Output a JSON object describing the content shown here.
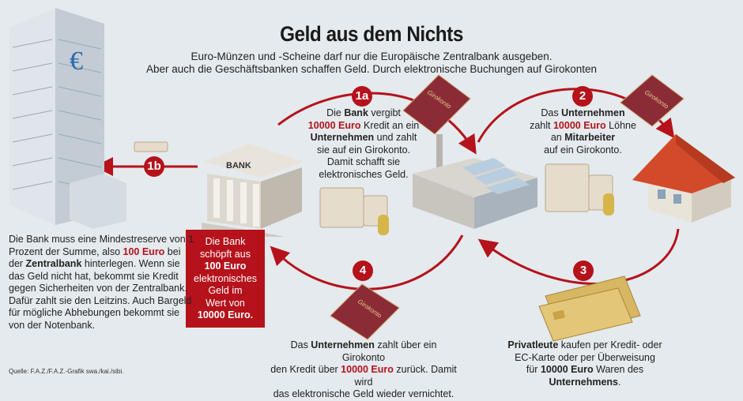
{
  "title": "Geld aus dem Nichts",
  "subtitle": [
    "Euro-Münzen und -Scheine darf nur die Europäische Zentralbank ausgeben.",
    "Aber auch die Geschäftsbanken schaffen Geld. Durch elektronische Buchungen auf Girokonten"
  ],
  "colors": {
    "accent": "#b5121b",
    "background": "#e4eaed"
  },
  "bank_label": "BANK",
  "passbook_label": "Girokonto",
  "steps": {
    "s1a": {
      "num": "1a",
      "p1": "Die ",
      "b1": "Bank",
      "p2": " vergibt",
      "r1": "10000 Euro",
      "p3": " Kredit an ein",
      "b2": "Unternehmen",
      "p4": " und zahlt",
      "p5": "sie auf ein Girokonto.",
      "p6": "Damit schafft sie",
      "p7": "elektronisches Geld."
    },
    "s1b": {
      "num": "1b"
    },
    "s2": {
      "num": "2",
      "p1": "Das ",
      "b1": "Unternehmen",
      "p2": "zahlt ",
      "r1": "10000 Euro",
      "p3": " Löhne",
      "p4": "an ",
      "b2": "Mitarbeiter",
      "p5": "auf ein Girokonto."
    },
    "s3": {
      "num": "3",
      "b1": "Privatleute",
      "p1": " kaufen per Kredit- oder",
      "p2": "EC-Karte oder per Überweisung",
      "p3": "für ",
      "b2": "10000 Euro",
      "p4": " Waren des ",
      "b3": "Unternehmens",
      "p5": "."
    },
    "s4": {
      "num": "4",
      "p1": "Das ",
      "b1": "Unternehmen",
      "p2": " zahlt über ein Girokonto",
      "p3": "den Kredit über ",
      "r1": "10000 Euro",
      "p4": " zurück. Damit wird",
      "p5": "das elektronische Geld wieder vernichtet."
    }
  },
  "redbox": {
    "l1": "Die Bank",
    "l2": "schöpft aus",
    "l3": "100 Euro",
    "l4": "elektronisches",
    "l5": "Geld im",
    "l6": "Wert von",
    "l7": "10000 Euro."
  },
  "left_text": {
    "p1": "Die Bank muss eine Mindestreserve von 1 Prozent der Summe, also ",
    "r1": "100 Euro",
    "p2": " bei der ",
    "b1": "Zentralbank",
    "p3": " hinterlegen. Wenn sie das Geld nicht hat, bekommt sie Kredit gegen Sicherheiten von der Zentralbank. Dafür zahlt sie den Leitzins. Auch Bargeld für mögliche Abhebungen bekommt sie von der Notenbank."
  },
  "source": "Quelle: F.A.Z./F.A.Z.-Grafik swa./kai./sibi."
}
